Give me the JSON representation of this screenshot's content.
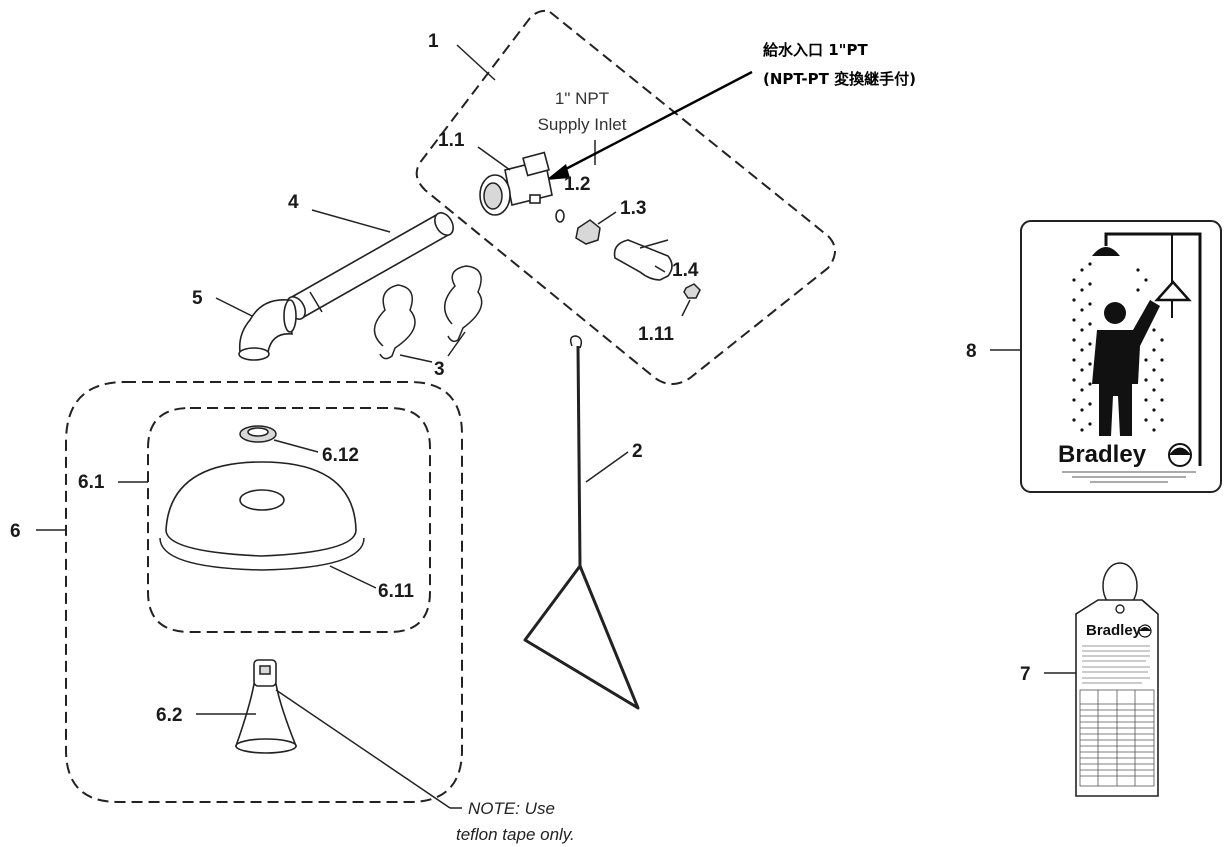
{
  "callouts": {
    "c1": "1",
    "c1_1": "1.1",
    "c1_2": "1.2",
    "c1_3": "1.3",
    "c1_4": "1.4",
    "c1_11": "1.11",
    "c2": "2",
    "c3": "3",
    "c4": "4",
    "c5": "5",
    "c6": "6",
    "c6_1": "6.1",
    "c6_11": "6.11",
    "c6_12": "6.12",
    "c6_2": "6.2",
    "c7": "7",
    "c8": "8"
  },
  "supply_inlet": {
    "line1": "1\" NPT",
    "line2": "Supply Inlet"
  },
  "japanese_note": {
    "line1": "給水入口 1\"PT",
    "line2": "(NPT-PT 変換継手付)"
  },
  "teflon_note": {
    "line1": "NOTE: Use",
    "line2": "teflon tape only."
  },
  "sign": {
    "brand": "Bradley"
  },
  "tag": {
    "brand": "Bradley"
  },
  "colors": {
    "line": "#222222",
    "shade": "#d8d8d8",
    "background": "#ffffff"
  }
}
